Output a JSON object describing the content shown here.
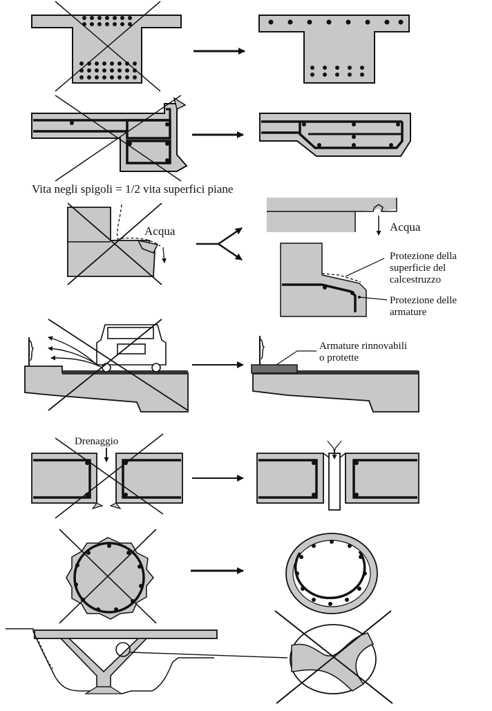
{
  "labels": {
    "caption_edges": "Vita negli spigoli = 1/2 vita superfici piane",
    "water_left": "Acqua",
    "water_right": "Acqua",
    "protection_surface": [
      "Protezione della",
      "superficie del",
      "calcestruzzo"
    ],
    "protection_rebars": [
      "Protezione delle",
      "armature"
    ],
    "renewable_rebars": [
      "Armature rinnovabili",
      "o protette"
    ],
    "drainage": "Drenaggio"
  },
  "colors": {
    "concrete": "#c8c8c8",
    "ink": "#111111",
    "background": "#ffffff",
    "dark_fill": "#6e6e6e"
  }
}
